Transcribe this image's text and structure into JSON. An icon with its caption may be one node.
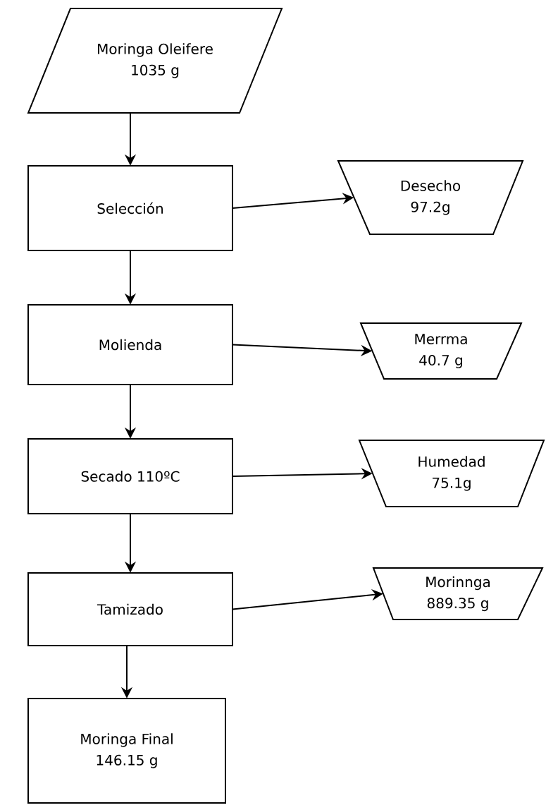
{
  "diagram": {
    "nodes": [
      {
        "text": [
          "Moringa Oleifere",
          "1035 g"
        ]
      },
      {
        "text": [
          "Selección"
        ]
      },
      {
        "text": [
          "Desecho",
          "97.2g"
        ]
      },
      {
        "text": [
          "Molienda"
        ]
      },
      {
        "text": [
          "Merrma",
          "40.7 g"
        ]
      },
      {
        "text": [
          "Secado 110ºC"
        ]
      },
      {
        "text": [
          "Humedad",
          "75.1g"
        ]
      },
      {
        "text": [
          "Tamizado"
        ]
      },
      {
        "text": [
          "Morinnga",
          "889.35 g"
        ]
      },
      {
        "text": [
          "Moringa Final",
          "146.15 g"
        ]
      }
    ],
    "edges": [
      {
        "from": 0,
        "to": 1,
        "arrow": "to"
      },
      {
        "from": 1,
        "to": 2,
        "arrow": "to"
      },
      {
        "from": 1,
        "to": 3,
        "arrow": "to"
      },
      {
        "from": 3,
        "to": 4,
        "arrow": "to"
      },
      {
        "from": 3,
        "to": 5,
        "arrow": "to"
      },
      {
        "from": 5,
        "to": 6,
        "arrow": "to"
      },
      {
        "from": 5,
        "to": 7,
        "arrow": "to"
      },
      {
        "from": 7,
        "to": 8,
        "arrow": "to"
      },
      {
        "from": 7,
        "to": 9,
        "arrow": "to"
      }
    ]
  }
}
